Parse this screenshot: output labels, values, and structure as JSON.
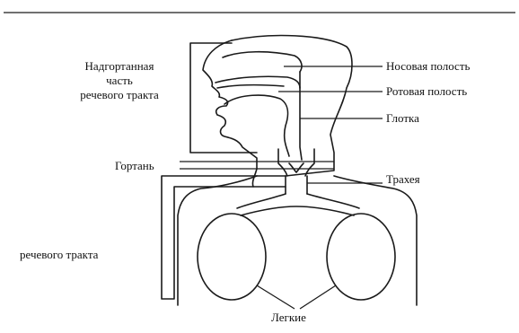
{
  "labels": {
    "supralaryngeal_line1": "Надгортанная",
    "supralaryngeal_line2": "часть",
    "supralaryngeal_line3": "речевого тракта",
    "larynx": "Гортань",
    "subglottal": "речевого тракта",
    "lungs": "Легкие",
    "nasal_cavity": "Носовая полость",
    "oral_cavity": "Ротовая полость",
    "pharynx": "Глотка",
    "trachea": "Трахея"
  },
  "colors": {
    "ink": "#1a1a1a",
    "background": "#ffffff"
  }
}
